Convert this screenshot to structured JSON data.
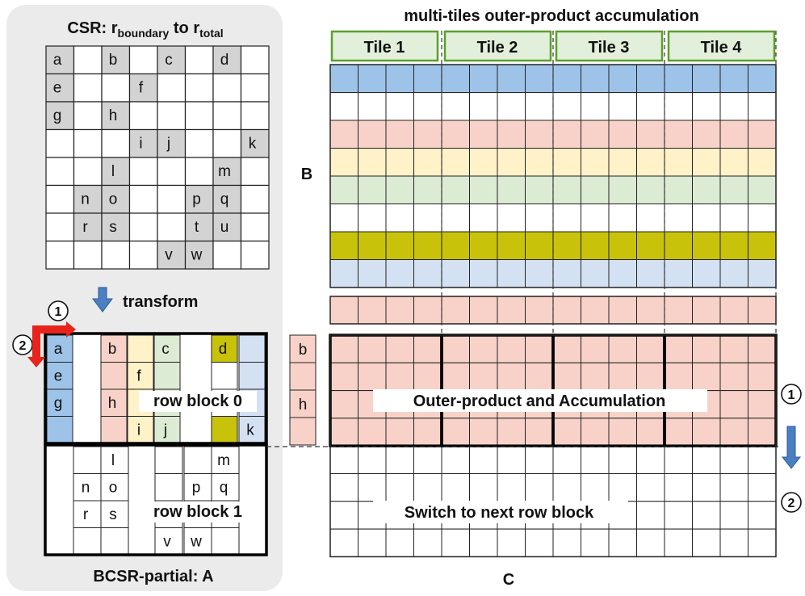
{
  "csr": {
    "title_main": "CSR: r",
    "title_sub1": "boundary",
    "title_mid": " to r",
    "title_sub2": "total",
    "cells": [
      {
        "r": 0,
        "c": 0,
        "t": "a"
      },
      {
        "r": 0,
        "c": 2,
        "t": "b"
      },
      {
        "r": 0,
        "c": 4,
        "t": "c"
      },
      {
        "r": 0,
        "c": 6,
        "t": "d"
      },
      {
        "r": 1,
        "c": 0,
        "t": "e"
      },
      {
        "r": 1,
        "c": 3,
        "t": "f"
      },
      {
        "r": 2,
        "c": 0,
        "t": "g"
      },
      {
        "r": 2,
        "c": 2,
        "t": "h"
      },
      {
        "r": 3,
        "c": 3,
        "t": "i"
      },
      {
        "r": 3,
        "c": 4,
        "t": "j"
      },
      {
        "r": 3,
        "c": 7,
        "t": "k"
      },
      {
        "r": 4,
        "c": 2,
        "t": "l"
      },
      {
        "r": 4,
        "c": 6,
        "t": "m"
      },
      {
        "r": 5,
        "c": 1,
        "t": "n"
      },
      {
        "r": 5,
        "c": 2,
        "t": "o"
      },
      {
        "r": 5,
        "c": 5,
        "t": "p"
      },
      {
        "r": 5,
        "c": 6,
        "t": "q"
      },
      {
        "r": 6,
        "c": 1,
        "t": "r"
      },
      {
        "r": 6,
        "c": 2,
        "t": "s"
      },
      {
        "r": 6,
        "c": 5,
        "t": "t"
      },
      {
        "r": 6,
        "c": 6,
        "t": "u"
      },
      {
        "r": 7,
        "c": 4,
        "t": "v"
      },
      {
        "r": 7,
        "c": 5,
        "t": "w"
      }
    ]
  },
  "transform_label": "transform",
  "bcsr": {
    "title": "BCSR-partial: A",
    "row_block_0": "row block 0",
    "row_block_1": "row block 1",
    "marker_1": "①",
    "marker_2": "②",
    "col_a": [
      "a",
      "e",
      "g"
    ],
    "block0_letters": {
      "b": "b",
      "c": "c",
      "d": "d",
      "f": "f",
      "h": "h",
      "i": "i",
      "j": "j",
      "k": "k"
    },
    "block1_cells": [
      {
        "r": 0,
        "c": 1,
        "t": "l"
      },
      {
        "r": 0,
        "c": 5,
        "t": "m"
      },
      {
        "r": 1,
        "c": 0,
        "t": "n"
      },
      {
        "r": 1,
        "c": 1,
        "t": "o"
      },
      {
        "r": 1,
        "c": 4,
        "t": "p"
      },
      {
        "r": 1,
        "c": 5,
        "t": "q"
      },
      {
        "r": 2,
        "c": 0,
        "t": "r"
      },
      {
        "r": 2,
        "c": 1,
        "t": "s"
      },
      {
        "r": 2,
        "c": 4,
        "t": ""
      },
      {
        "r": 2,
        "c": 5,
        "t": ""
      },
      {
        "r": 3,
        "c": 3,
        "t": "v"
      },
      {
        "r": 3,
        "c": 4,
        "t": "w"
      }
    ]
  },
  "bh_column": [
    "b",
    "",
    "h",
    ""
  ],
  "right": {
    "title": "multi-tiles outer-product accumulation",
    "tiles": [
      "Tile 1",
      "Tile 2",
      "Tile 3",
      "Tile 4"
    ],
    "b_label": "B",
    "c_label": "C",
    "outer_label": "Outer-product and Accumulation",
    "switch_label": "Switch to next row block",
    "marker_1": "①",
    "marker_2": "②"
  },
  "colors": {
    "panel_bg": "#ebebeb",
    "csr_fill": "#d3d3d3",
    "blue": "#9ec3e8",
    "pink": "#f8d2c8",
    "yellow": "#fff1c8",
    "green": "#dcebd4",
    "olive": "#c8c30a",
    "light_blue": "#d4e1f3",
    "tile_fill": "#e2efda",
    "tile_border": "#5aa02c",
    "arrow_blue": "#4a7fc4",
    "red": "#e8231c"
  },
  "b_row_colors": [
    "blue",
    "white",
    "pink",
    "yellow",
    "green",
    "white",
    "olive",
    "light_blue"
  ]
}
